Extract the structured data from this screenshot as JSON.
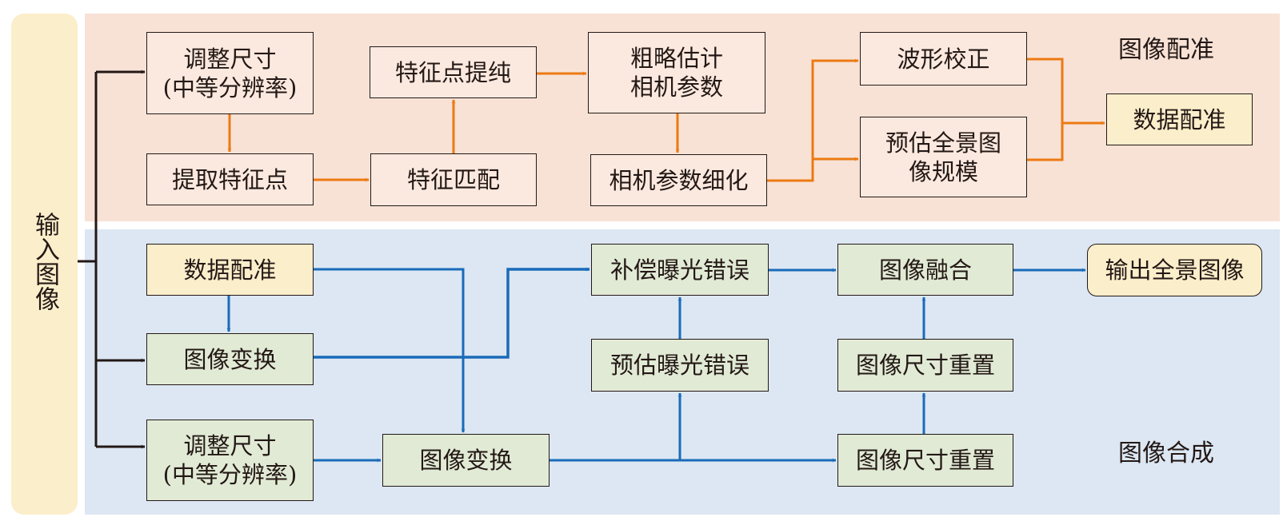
{
  "input": {
    "label": "输入图像"
  },
  "regions": {
    "registration": {
      "label": "图像配准"
    },
    "composition": {
      "label": "图像合成"
    }
  },
  "registration_nodes": {
    "resize": "调整尺寸\n(中等分辨率)",
    "extract_features": "提取特征点",
    "feature_match": "特征匹配",
    "feature_refine": "特征点提纯",
    "rough_estimate": "粗略估计\n相机参数",
    "camera_refine": "相机参数细化",
    "wave_correction": "波形校正",
    "estimate_scale": "预估全景图\n像规模",
    "data_registration": "数据配准"
  },
  "composition_nodes": {
    "data_registration": "数据配准",
    "image_warp_1": "图像变换",
    "resize": "调整尺寸\n(中等分辨率)",
    "image_warp_2": "图像变换",
    "compensate_exposure": "补偿曝光错误",
    "estimate_exposure": "预估曝光错误",
    "image_blend": "图像融合",
    "resize_reset_1": "图像尺寸重置",
    "resize_reset_2": "图像尺寸重置",
    "output": "输出全景图像"
  },
  "colors": {
    "registration_bg": "#f8e2d6",
    "composition_bg": "#dce7f3",
    "input_bg": "#fbeecb",
    "orange_arrow": "#ec7a12",
    "blue_arrow": "#1a6bb8",
    "black_arrow": "#231815"
  }
}
